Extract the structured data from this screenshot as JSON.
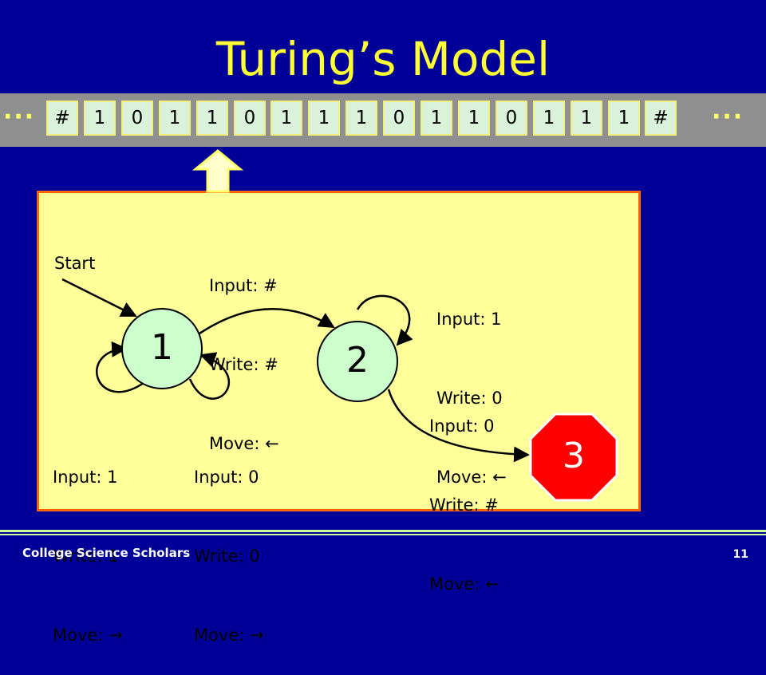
{
  "title": "Turing’s Model",
  "tape": {
    "ellipsis": "···",
    "cells": [
      "#",
      "1",
      "0",
      "1",
      "1",
      "0",
      "1",
      "1",
      "1",
      "0",
      "1",
      "1",
      "0",
      "1",
      "1",
      "1",
      "#"
    ]
  },
  "diagram": {
    "start_label": "Start",
    "states": [
      "1",
      "2"
    ],
    "halt_state": "3",
    "transitions": [
      {
        "from": "1",
        "to": "2",
        "input": "Input: #",
        "write": "Write: #",
        "move": "Move: ←"
      },
      {
        "from": "1",
        "to": "1",
        "input": "Input: 1",
        "write": "Write: 1",
        "move": "Move: →"
      },
      {
        "from": "1",
        "to": "1",
        "input": "Input: 0",
        "write": "Write: 0",
        "move": "Move: →"
      },
      {
        "from": "2",
        "to": "2",
        "input": "Input: 1",
        "write": "Write: 0",
        "move": "Move: ←"
      },
      {
        "from": "2",
        "to": "3",
        "input": "Input: 0",
        "write": "Write: #",
        "move": "Move: ←"
      }
    ]
  },
  "colors": {
    "background": "#000099",
    "title": "#ffff33",
    "panel": "#ffff99",
    "panel_border": "#ff6600",
    "state_fill": "#ccffcc",
    "halt_fill": "#ff0000"
  },
  "footer": {
    "org": "College Science Scholars",
    "page": "11"
  }
}
